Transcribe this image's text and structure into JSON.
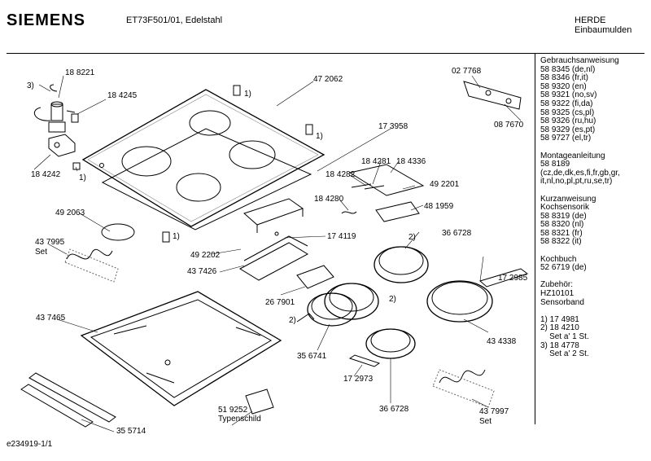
{
  "header": {
    "brand": "SIEMENS",
    "model": "ET73F501/01, Edelstahl",
    "category_line1": "HERDE",
    "category_line2": "Einbaumulden"
  },
  "footer": {
    "drawing_id": "e234919-1/1"
  },
  "sidebar": {
    "lines": [
      "Gebrauchsanweisung",
      "58 8345 (de,nl)",
      "58 8346 (fr,it)",
      "58 9320 (en)",
      "58 9321 (no,sv)",
      "58 9322 (fi,da)",
      "58 9325 (cs,pl)",
      "58 9326 (ru,hu)",
      "58 9329 (es,pt)",
      "58 9727 (el,tr)",
      "",
      "Montageanleitung",
      "58 8189",
      "(cz,de,dk,es,fi,fr,gb,gr,",
      "it,nl,no,pl,pt,ru,se,tr)",
      "",
      "Kurzanweisung",
      "Kochsensorik",
      "58 8319 (de)",
      "58 8320 (nl)",
      "58 8321 (fr)",
      "58 8322 (it)",
      "",
      "Kochbuch",
      "52 6719 (de)",
      "",
      "Zubehör:",
      "HZ10101",
      "Sensorband",
      "",
      "1) 17 4981",
      "2) 18 4210",
      "    Set a' 1 St.",
      "3) 18 4778",
      "    Set a' 2 St."
    ]
  },
  "labels": {
    "p188221": "18 8221",
    "n3": "3)",
    "p184245": "18 4245",
    "n1a": "1)",
    "p472062": "47 2062",
    "p027768": "02 7768",
    "p087670": "08 7670",
    "n1b": "1)",
    "p173958": "17 3958",
    "p184242": "18 4242",
    "n1c": "1)",
    "p184281": "18 4281",
    "p184336": "18 4336",
    "p184282": "18 4282",
    "p492201": "49 2201",
    "p184280": "18 4280",
    "p481959": "48 1959",
    "p492063": "49 2063",
    "n1d": "1)",
    "p174119": "17 4119",
    "n2a": "2)",
    "p366728a": "36 6728",
    "p437995": "43 7995",
    "set1": "Set",
    "p492202": "49 2202",
    "p437426": "43 7426",
    "p172985": "17 2985",
    "p267901": "26 7901",
    "n2b": "2)",
    "p437465": "43 7465",
    "n2c": "2)",
    "p434338": "43 4338",
    "p356741": "35 6741",
    "p172973": "17 2973",
    "p519252": "51 9252",
    "typenschild": "Typenschild",
    "p366728b": "36 6728",
    "p437997": "43 7997",
    "set2": "Set",
    "p355714": "35 5714"
  }
}
